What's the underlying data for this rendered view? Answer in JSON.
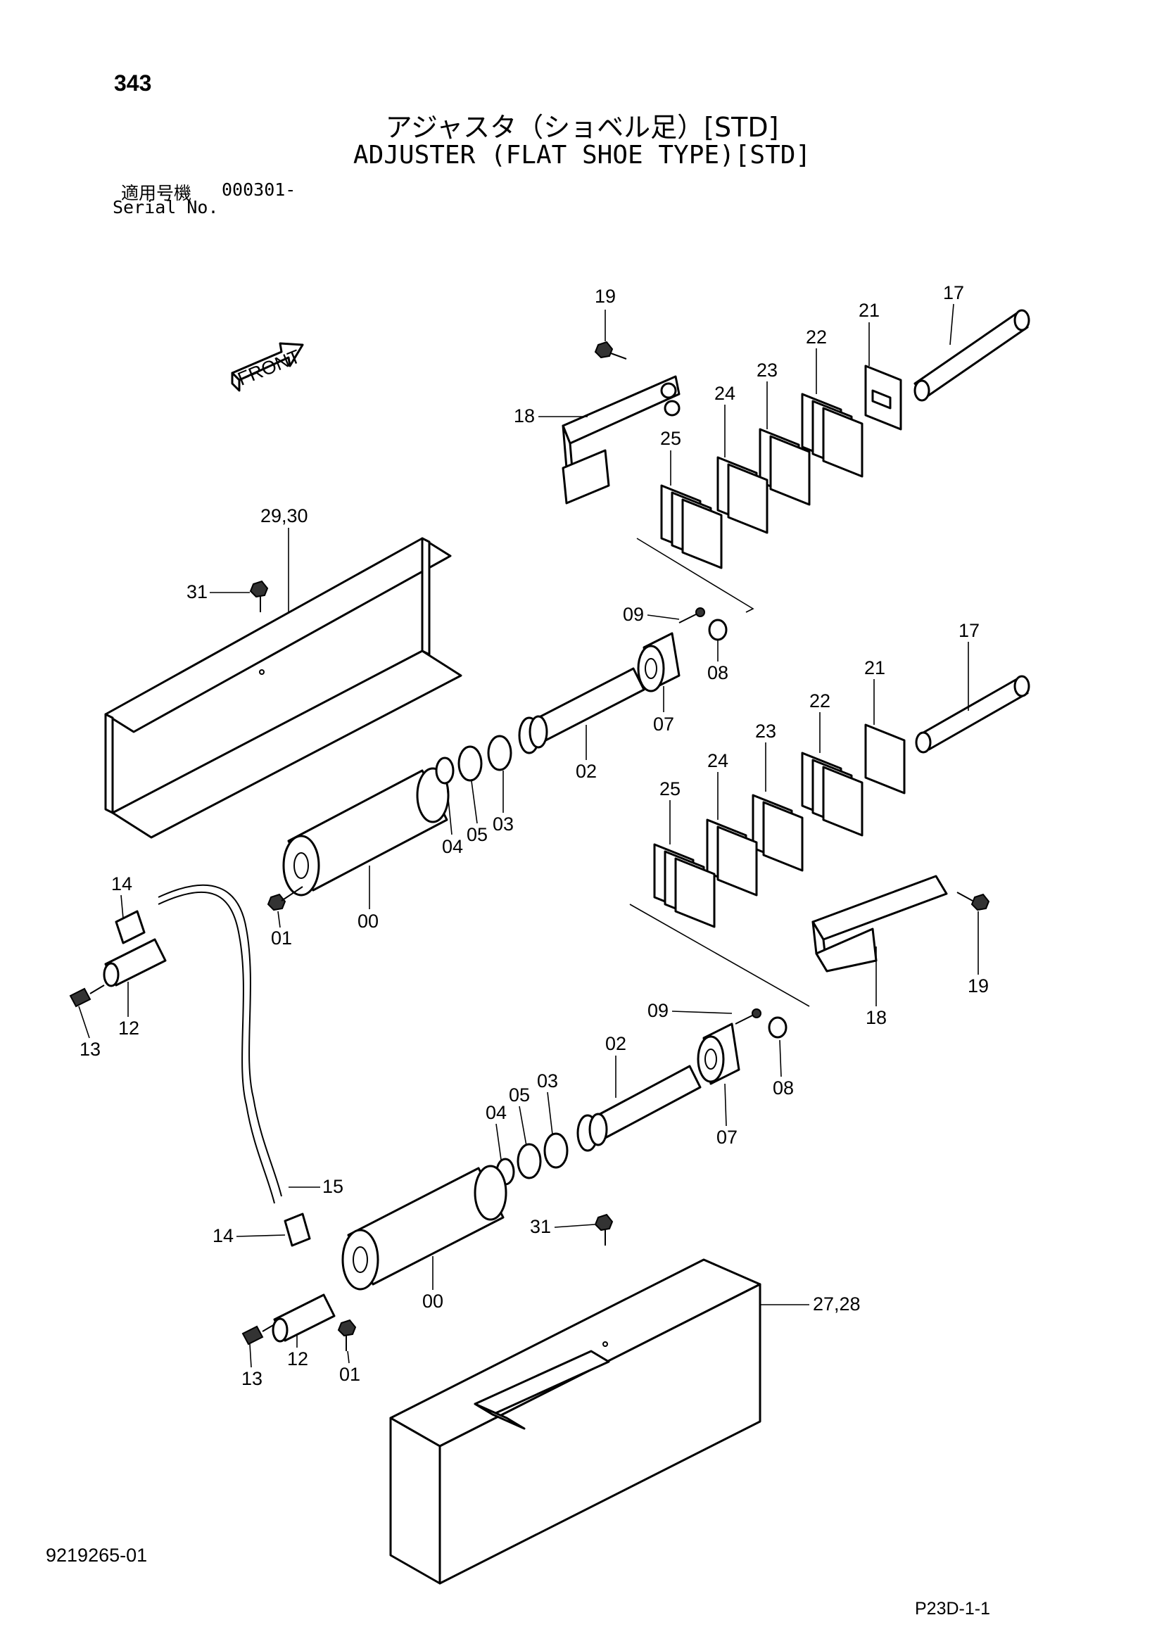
{
  "header": {
    "page_number": "343",
    "title_ja": "アジャスタ（ショベル足）[STD]",
    "title_en": "ADJUSTER (FLAT SHOE TYPE)[STD]",
    "serial_label_ja": "適用号機",
    "serial_label_en": "Serial No.",
    "serial_value": "000301-"
  },
  "diagram": {
    "front_label": "FRONT",
    "callouts": {
      "c19a": "19",
      "c17a": "17",
      "c21a": "21",
      "c22a": "22",
      "c23a": "23",
      "c24a": "24",
      "c18a": "18",
      "c25a": "25",
      "c2930": "29,30",
      "c31a": "31",
      "c09a": "09",
      "c08a": "08",
      "c07a": "07",
      "c02a": "02",
      "c03a": "03",
      "c05a": "05",
      "c04a": "04",
      "c00a": "00",
      "c01a": "01",
      "c14a": "14",
      "c12a": "12",
      "c13a": "13",
      "c17b": "17",
      "c21b": "21",
      "c22b": "22",
      "c23b": "23",
      "c24b": "24",
      "c25b": "25",
      "c19b": "19",
      "c18b": "18",
      "c09b": "09",
      "c08b": "08",
      "c02b": "02",
      "c07b": "07",
      "c03b": "03",
      "c05b": "05",
      "c04b": "04",
      "c15": "15",
      "c14b": "14",
      "c31b": "31",
      "c00b": "00",
      "c2728": "27,28",
      "c12b": "12",
      "c01b": "01",
      "c13b": "13"
    }
  },
  "footer": {
    "doc_id": "9219265-01",
    "page_code": "P23D-1-1"
  }
}
